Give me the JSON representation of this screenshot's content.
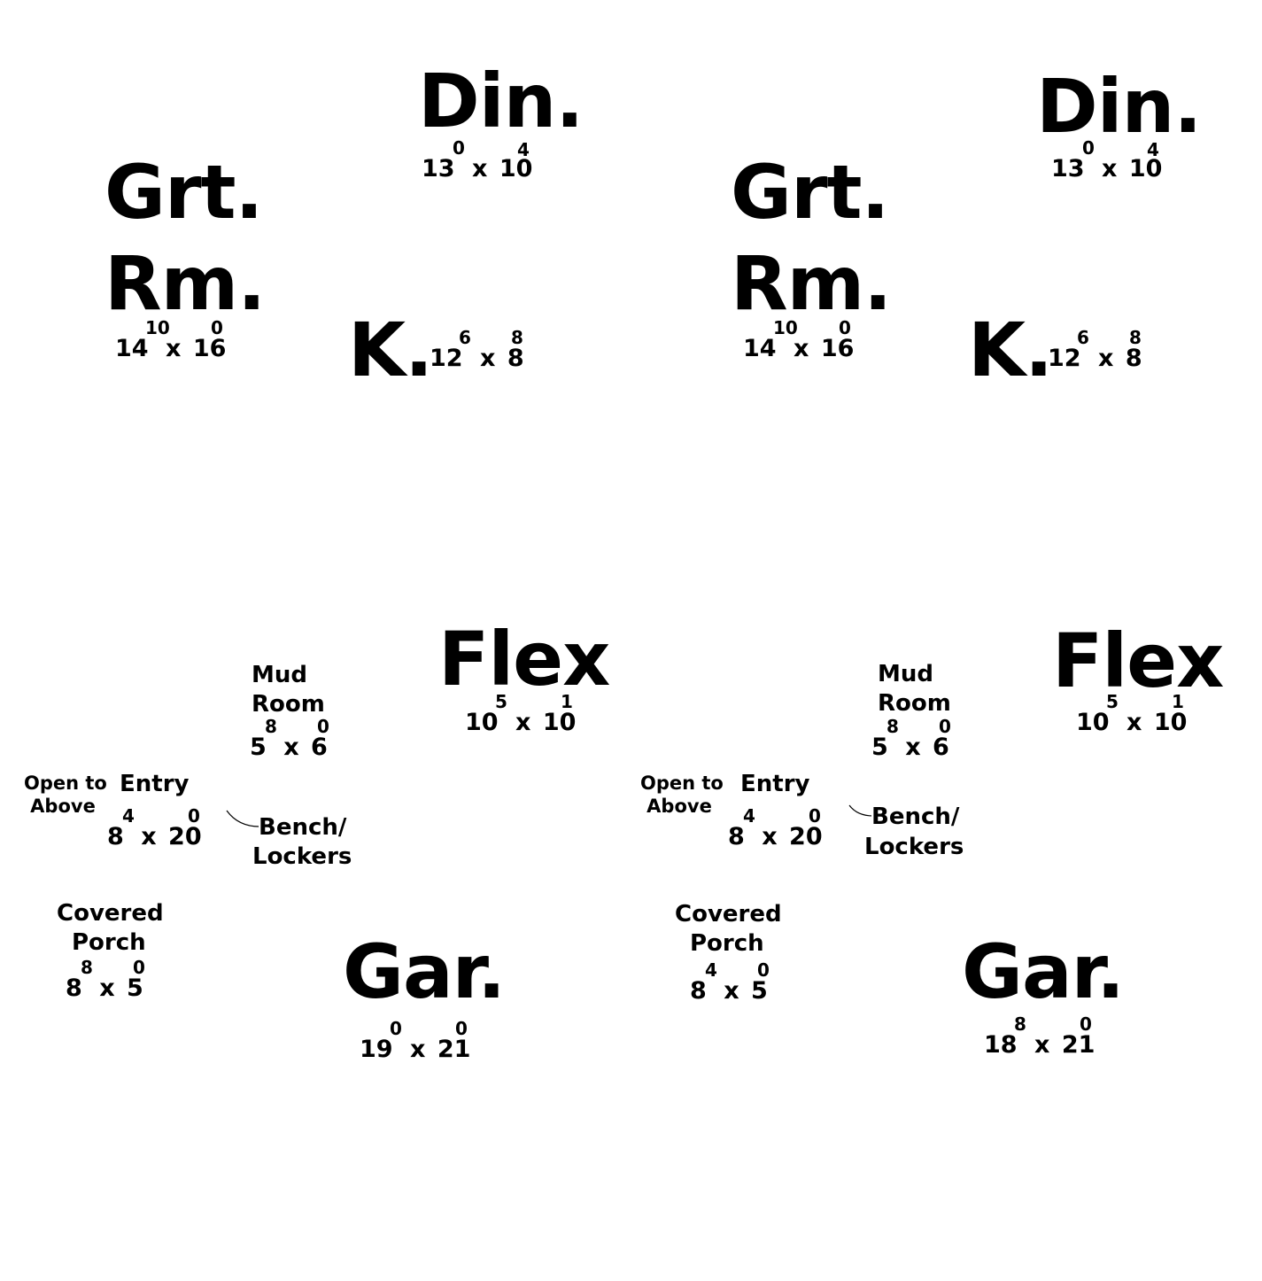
{
  "plans": [
    {
      "din": {
        "name": "Din.",
        "dim": {
          "a": "13",
          "a_sup": "0",
          "x": "x",
          "b": "10",
          "b_sup": "4"
        }
      },
      "grt": {
        "line1": "Grt.",
        "line2": "Rm.",
        "dim": {
          "a": "14",
          "a_sup": "10",
          "x": "x",
          "b": "16",
          "b_sup": "0"
        }
      },
      "kit": {
        "name": "K.",
        "dim": {
          "a": "12",
          "a_sup": "6",
          "x": "x",
          "b": "8",
          "b_sup": "8"
        }
      }
    },
    {
      "din": {
        "name": "Din.",
        "dim": {
          "a": "13",
          "a_sup": "0",
          "x": "x",
          "b": "10",
          "b_sup": "4"
        }
      },
      "grt": {
        "line1": "Grt.",
        "line2": "Rm.",
        "dim": {
          "a": "14",
          "a_sup": "10",
          "x": "x",
          "b": "16",
          "b_sup": "0"
        }
      },
      "kit": {
        "name": "K.",
        "dim": {
          "a": "12",
          "a_sup": "6",
          "x": "x",
          "b": "8",
          "b_sup": "8"
        }
      }
    },
    {
      "flex": {
        "name": "Flex",
        "dim": {
          "a": "10",
          "a_sup": "5",
          "x": "x",
          "b": "10",
          "b_sup": "1"
        }
      },
      "mud": {
        "line1": "Mud",
        "line2": "Room",
        "dim": {
          "a": "5",
          "a_sup": "8",
          "x": "x",
          "b": "6",
          "b_sup": "0"
        }
      },
      "open": {
        "line1": "Open to",
        "line2": "Above"
      },
      "entry": {
        "name": "Entry",
        "dim": {
          "a": "8",
          "a_sup": "4",
          "x": "x",
          "b": "20",
          "b_sup": "0"
        }
      },
      "bench": {
        "line1": "Bench/",
        "line2": "Lockers"
      },
      "porch": {
        "line1": "Covered",
        "line2": "Porch",
        "dim": {
          "a": "8",
          "a_sup": "8",
          "x": "x",
          "b": "5",
          "b_sup": "0"
        }
      },
      "gar": {
        "name": "Gar.",
        "dim": {
          "a": "19",
          "a_sup": "0",
          "x": "x",
          "b": "21",
          "b_sup": "0"
        }
      }
    },
    {
      "flex": {
        "name": "Flex",
        "dim": {
          "a": "10",
          "a_sup": "5",
          "x": "x",
          "b": "10",
          "b_sup": "1"
        }
      },
      "mud": {
        "line1": "Mud",
        "line2": "Room",
        "dim": {
          "a": "5",
          "a_sup": "8",
          "x": "x",
          "b": "6",
          "b_sup": "0"
        }
      },
      "open": {
        "line1": "Open to",
        "line2": "Above"
      },
      "entry": {
        "name": "Entry",
        "dim": {
          "a": "8",
          "a_sup": "4",
          "x": "x",
          "b": "20",
          "b_sup": "0"
        }
      },
      "bench": {
        "line1": "Bench/",
        "line2": "Lockers"
      },
      "porch": {
        "line1": "Covered",
        "line2": "Porch",
        "dim": {
          "a": "8",
          "a_sup": "4",
          "x": "x",
          "b": "5",
          "b_sup": "0"
        }
      },
      "gar": {
        "name": "Gar.",
        "dim": {
          "a": "18",
          "a_sup": "8",
          "x": "x",
          "b": "21",
          "b_sup": "0"
        }
      }
    }
  ]
}
